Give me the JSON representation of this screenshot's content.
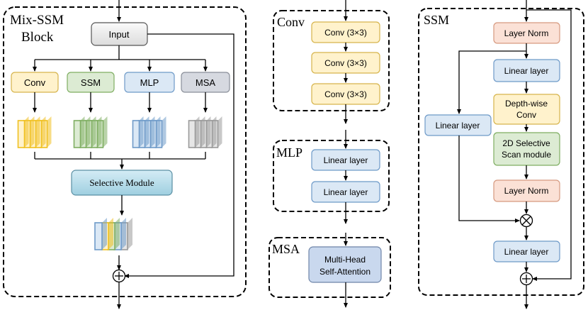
{
  "panels": {
    "mix_ssm": {
      "title_line1": "Mix-SSM",
      "title_line2": "Block"
    },
    "conv": {
      "title": "Conv"
    },
    "mlp": {
      "title": "MLP"
    },
    "msa": {
      "title": "MSA"
    },
    "ssm": {
      "title": "SSM"
    }
  },
  "mix_ssm": {
    "input": "Input",
    "branches": [
      "Conv",
      "SSM",
      "MLP",
      "MSA"
    ],
    "selective": "Selective Module"
  },
  "conv_panel": {
    "boxes": [
      "Conv (3×3)",
      "Conv (3×3)",
      "Conv (3×3)"
    ]
  },
  "mlp_panel": {
    "boxes": [
      "Linear layer",
      "Linear layer"
    ]
  },
  "msa_panel": {
    "line1": "Multi-Head",
    "line2": "Self-Attention"
  },
  "ssm_panel": {
    "layer_norm_1": "Layer Norm",
    "linear_1": "Linear layer",
    "depthwise_line1": "Depth-wise",
    "depthwise_line2": "Conv",
    "side_linear": "Linear layer",
    "selective_line1": "2D Selective",
    "selective_line2": "Scan module",
    "layer_norm_2": "Layer Norm",
    "linear_2": "Linear layer"
  },
  "colors": {
    "conv": "#fff2cc",
    "conv_stroke": "#e0b840",
    "ssm": "#dcebd3",
    "ssm_stroke": "#7fae62",
    "mlp": "#dbe8f5",
    "mlp_stroke": "#6e9ac8",
    "msa": "#d6d9e0",
    "msa_stroke": "#8a8f99",
    "norm": "#fbe1d6",
    "norm_stroke": "#d69a80",
    "input": "#eeeeee",
    "selective": "#bfe0ec"
  }
}
